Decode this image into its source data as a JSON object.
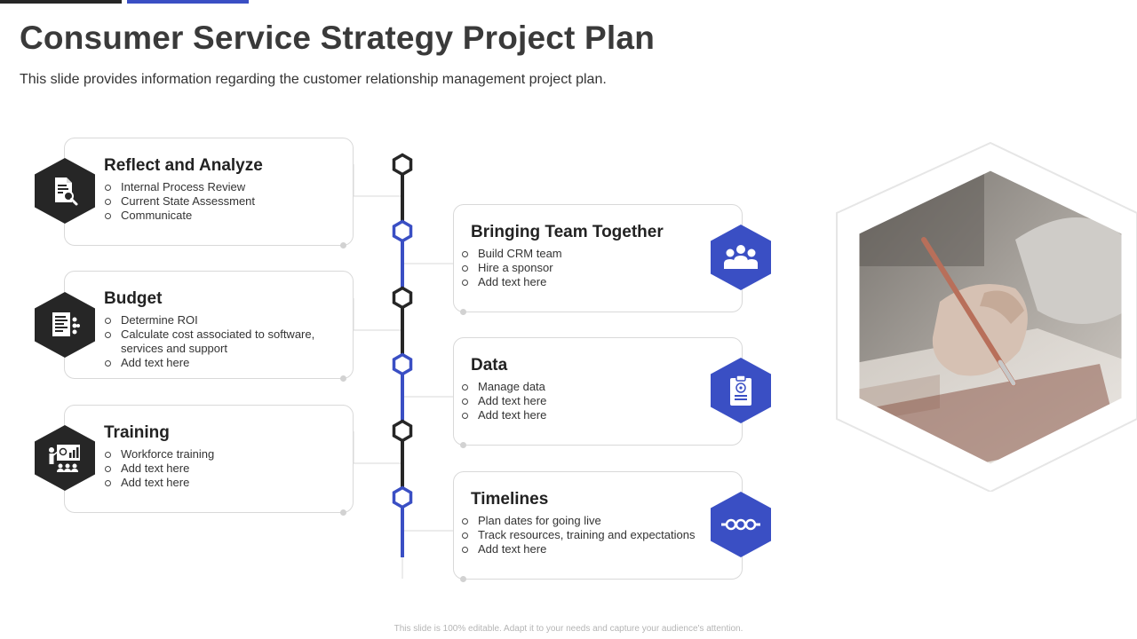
{
  "header": {
    "title": "Consumer Service Strategy Project Plan",
    "subtitle": "This slide provides information regarding the customer relationship management project plan."
  },
  "steps": [
    {
      "title": "Reflect and Analyze",
      "items": [
        "Internal Process Review",
        "Current State Assessment",
        "Communicate"
      ],
      "icon": "document-search-icon"
    },
    {
      "title": "Bringing Team Together",
      "items": [
        "Build CRM team",
        "Hire a sponsor",
        "Add text here"
      ],
      "icon": "team-icon"
    },
    {
      "title": "Budget",
      "items": [
        "Determine ROI",
        "Calculate cost associated to software, services and support",
        "Add text here"
      ],
      "icon": "budget-report-icon"
    },
    {
      "title": "Data",
      "items": [
        "Manage data",
        "Add text here",
        "Add text here"
      ],
      "icon": "clipboard-data-icon"
    },
    {
      "title": "Training",
      "items": [
        "Workforce training",
        "Add text here",
        "Add text here"
      ],
      "icon": "presentation-board-icon"
    },
    {
      "title": "Timelines",
      "items": [
        "Plan dates for going live",
        "Track resources, training and expectations",
        "Add text here"
      ],
      "icon": "timeline-icon"
    }
  ],
  "image": {
    "icon": "hand-writing-photo"
  },
  "footer": "This slide is 100% editable. Adapt it to your needs and capture your audience's attention.",
  "colors": {
    "accent": "#3a4fc4",
    "dark": "#262626",
    "connector": "#d9d9d9"
  }
}
